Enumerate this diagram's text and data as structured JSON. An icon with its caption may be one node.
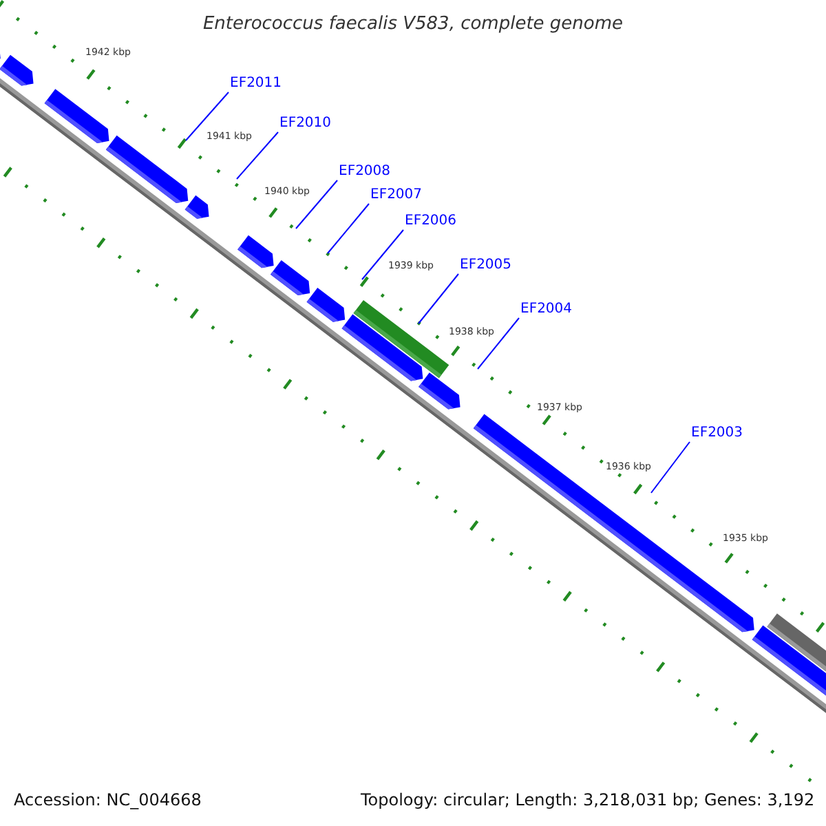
{
  "diagram": {
    "title": "Enterococcus faecalis V583, complete genome",
    "nodes": [
      {
        "text": [
          "EF2011"
        ]
      },
      {
        "text": [
          "EF2010"
        ]
      },
      {
        "text": [
          "EF2008"
        ]
      },
      {
        "text": [
          "EF2007"
        ]
      },
      {
        "text": [
          "EF2006"
        ]
      },
      {
        "text": [
          "EF2005"
        ]
      },
      {
        "text": [
          "EF2004"
        ]
      },
      {
        "text": [
          "EF2003"
        ]
      }
    ],
    "edges": [
      {
        "from": 0,
        "to": null,
        "arrow": "none"
      },
      {
        "from": 1,
        "to": null,
        "arrow": "none"
      },
      {
        "from": 2,
        "to": null,
        "arrow": "none"
      },
      {
        "from": 3,
        "to": null,
        "arrow": "none"
      },
      {
        "from": 4,
        "to": null,
        "arrow": "none"
      },
      {
        "from": 5,
        "to": null,
        "arrow": "none"
      },
      {
        "from": 6,
        "to": null,
        "arrow": "none"
      },
      {
        "from": 7,
        "to": null,
        "arrow": "none"
      }
    ],
    "labels": [
      "1942 kbp",
      "1941 kbp",
      "1940 kbp",
      "1939 kbp",
      "1938 kbp",
      "1937 kbp",
      "1936 kbp",
      "1935 kbp",
      "Accession: NC_004668",
      "Topology: circular; Length: 3,218,031 bp; Genes: 3,192"
    ]
  }
}
